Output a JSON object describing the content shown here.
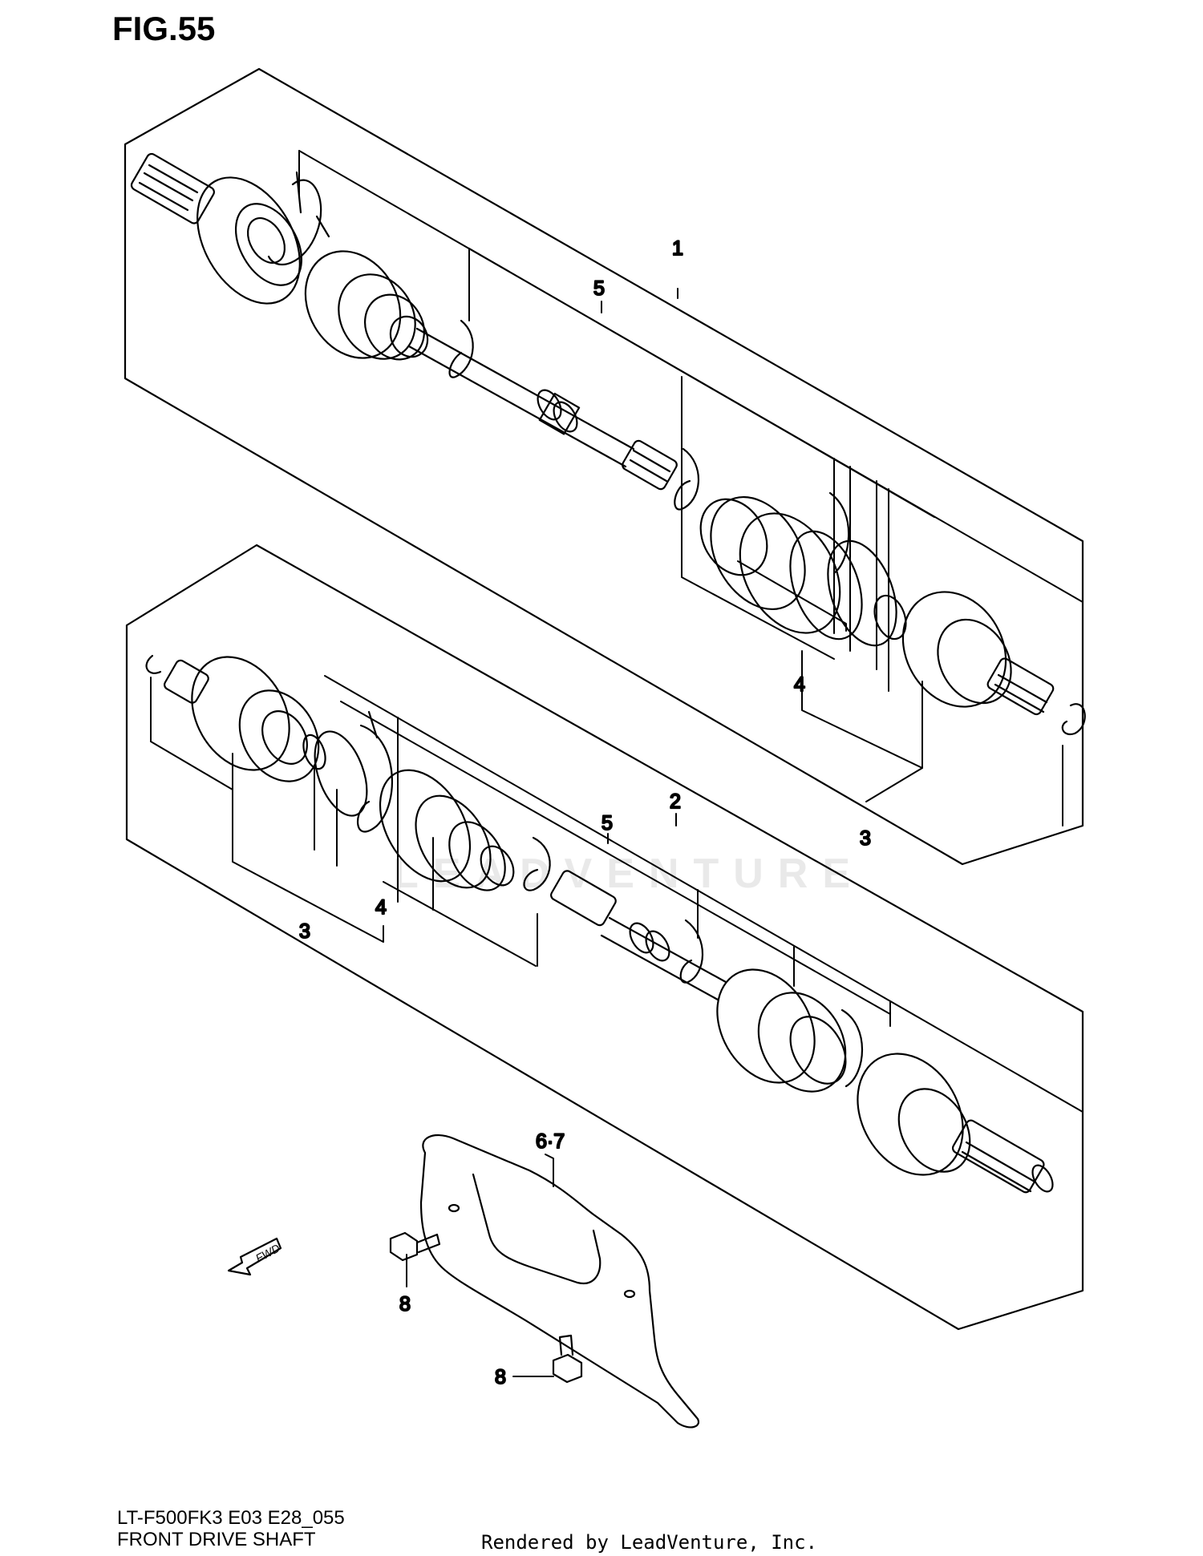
{
  "figure": {
    "title": "FIG.55"
  },
  "callouts": {
    "c1": "1",
    "c2": "2",
    "c3_upper": "3",
    "c3_lower": "3",
    "c4_upper": "4",
    "c4_lower": "4",
    "c5_upper": "5",
    "c5_lower": "5",
    "c67": "6·7",
    "c8_left": "8",
    "c8_right": "8"
  },
  "fwd_label": "FWD",
  "watermark": "LEADVENTURE",
  "footer": {
    "model_code": "LT-F500FK3 E03 E28_055",
    "diagram_name": "FRONT DRIVE SHAFT",
    "credit": "Rendered by LeadVenture, Inc."
  }
}
